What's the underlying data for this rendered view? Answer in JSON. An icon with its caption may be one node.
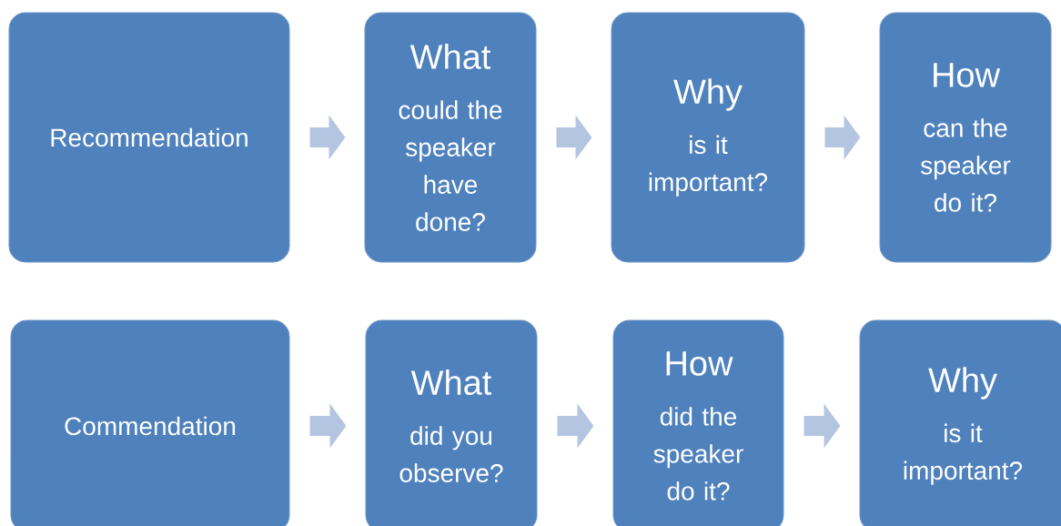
{
  "diagram": {
    "nodes": [
      {
        "text": [
          "Recommendation"
        ]
      },
      {
        "text": [
          "What",
          "could the speaker have done?"
        ]
      },
      {
        "text": [
          "Why",
          "is it important?"
        ]
      },
      {
        "text": [
          "How",
          "can the speaker do it?"
        ]
      },
      {
        "text": [
          "Commendation"
        ]
      },
      {
        "text": [
          "What",
          "did you observe?"
        ]
      },
      {
        "text": [
          "How",
          "did the speaker do it?"
        ]
      },
      {
        "text": [
          "Why",
          "is it important?"
        ]
      }
    ],
    "edges": [
      {
        "from": 0,
        "to": 1,
        "arrow": "to"
      },
      {
        "from": 1,
        "to": 2,
        "arrow": "to"
      },
      {
        "from": 2,
        "to": 3,
        "arrow": "to"
      },
      {
        "from": 4,
        "to": 5,
        "arrow": "to"
      },
      {
        "from": 5,
        "to": 6,
        "arrow": "to"
      },
      {
        "from": 6,
        "to": 7,
        "arrow": "to"
      }
    ]
  }
}
